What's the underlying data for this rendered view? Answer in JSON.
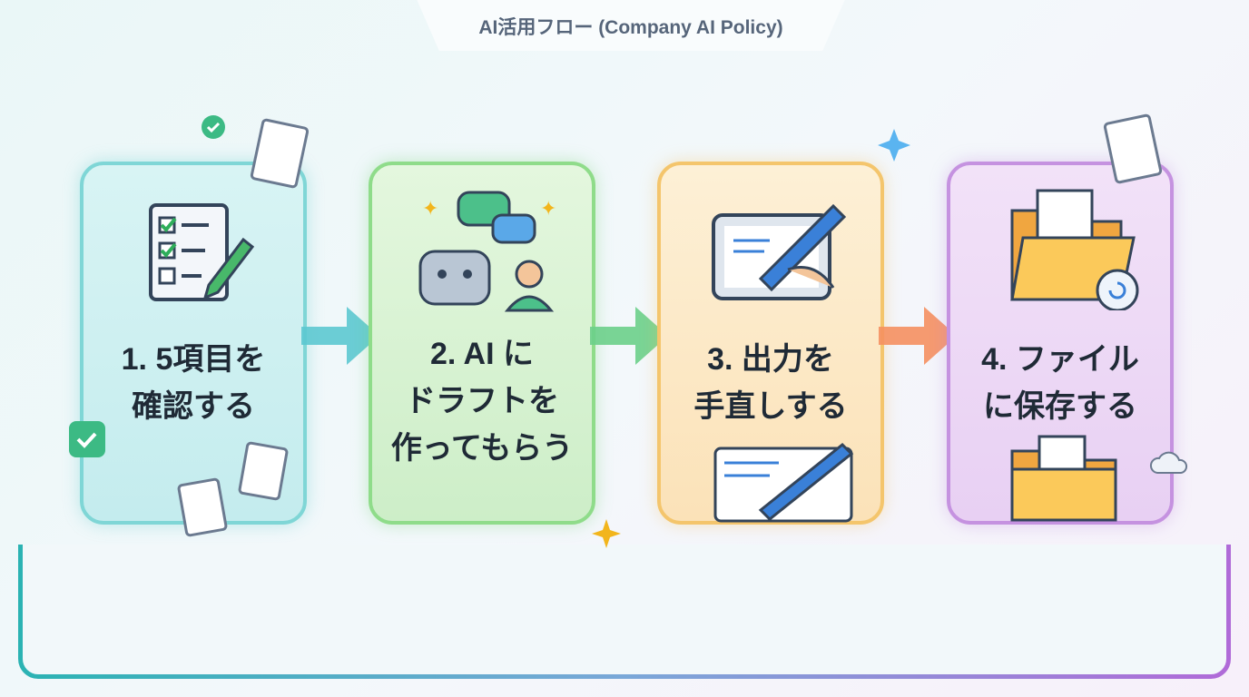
{
  "header": {
    "title": "AI活用フロー (Company AI Policy)"
  },
  "steps": [
    {
      "line1": "1. 5項目を",
      "line2": "確認する",
      "icon": "checklist-icon",
      "color": "#7fd6d6"
    },
    {
      "line1": "2. AI に",
      "line2": "ドラフトを",
      "line3": "作ってもらう",
      "icon": "robot-chat-icon",
      "color": "#8fdc8a"
    },
    {
      "line1": "3. 出力を",
      "line2": "手直しする",
      "icon": "tablet-pen-icon",
      "color": "#f4c56c"
    },
    {
      "line1": "4. ファイル",
      "line2": "に保存する",
      "icon": "folder-save-icon",
      "color": "#c592e0"
    }
  ]
}
